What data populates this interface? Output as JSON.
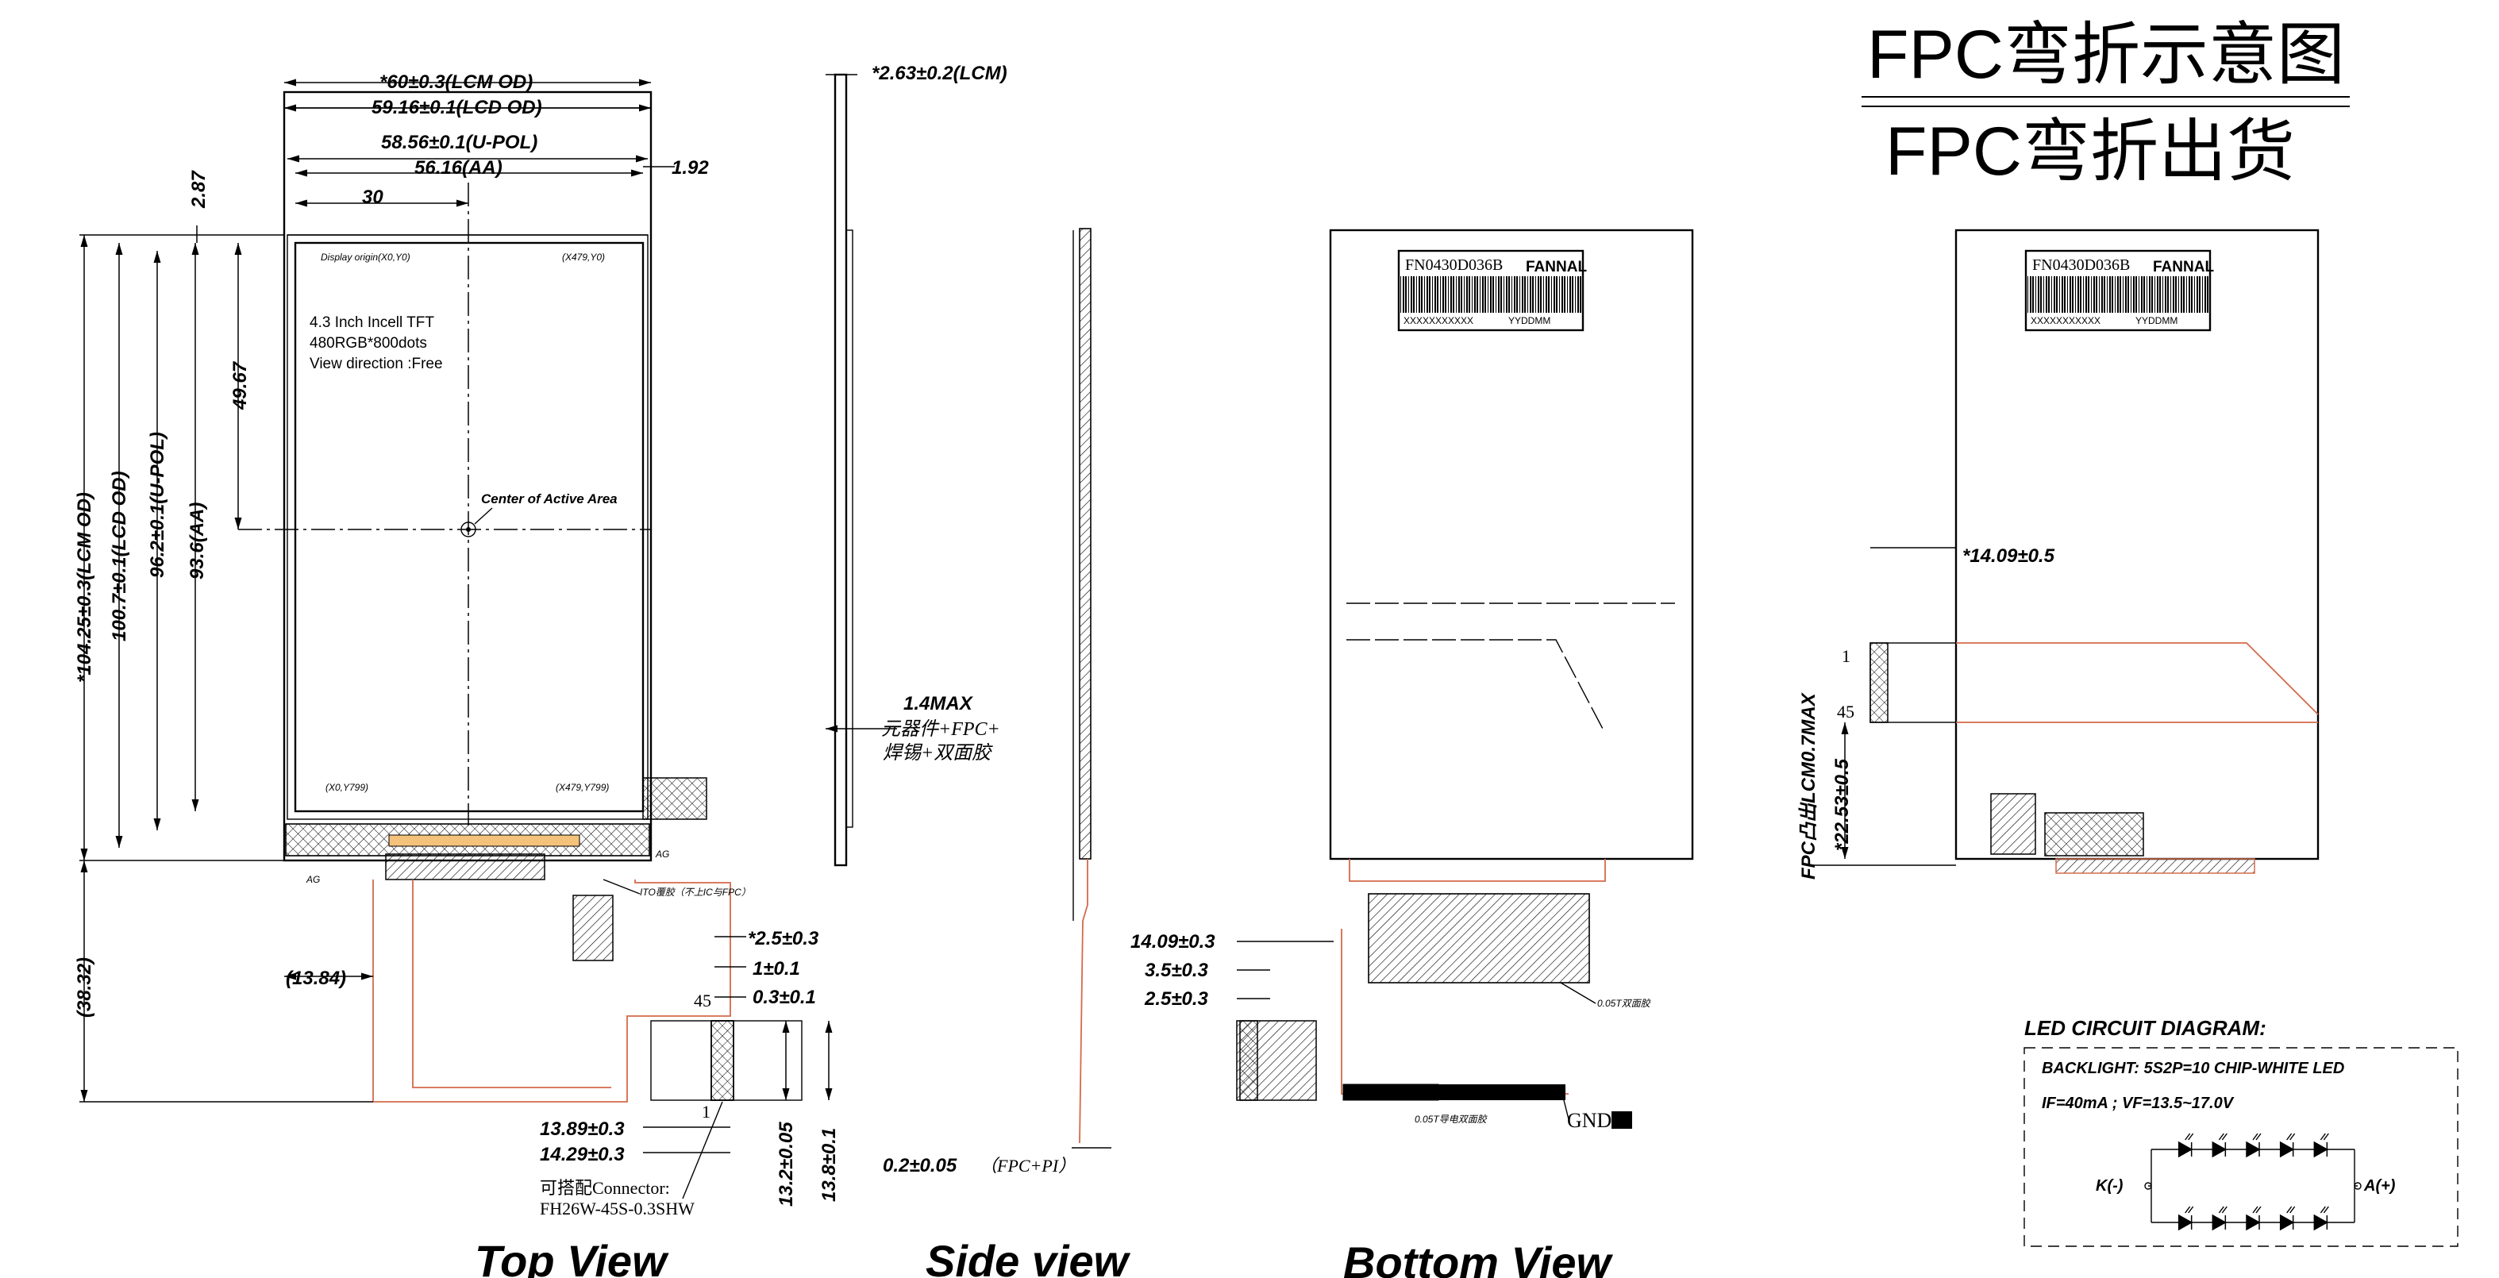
{
  "titles": {
    "fpc_bend_diagram": "FPC弯折示意图",
    "fpc_bend_shipping": "FPC弯折出货"
  },
  "view_labels": {
    "top": "Top View",
    "side": "Side view",
    "bottom": "Bottom View"
  },
  "top_view": {
    "dims": {
      "lcm_od_w": "*60±0.3(LCM OD)",
      "lcd_od_w": "59.16±0.1(LCD OD)",
      "upol_w": "58.56±0.1(U-POL)",
      "aa_w": "56.16(AA)",
      "right_offset": "1.92",
      "half_w": "30",
      "top_offset": "2.87",
      "center_y": "49.67",
      "lcm_od_h": "*104.25±0.3(LCM OD)",
      "lcd_od_h": "100.7±0.1(LCD OD)",
      "upol_h": "96.2±0.1(U-POL)",
      "aa_h": "93.6(AA)",
      "fpc_total": "(38.32)",
      "fpc_offset": "(13.84)",
      "pin_pitch_a": "*2.5±0.3",
      "pin_pitch_b": "1±0.1",
      "pin_pitch_c": "0.3±0.1",
      "conn_a": "13.89±0.3",
      "conn_b": "14.29±0.3",
      "conn_h1": "13.2±0.05",
      "conn_h2": "13.8±0.1"
    },
    "labels": {
      "origin": "Display origin(X0,Y0)",
      "corner_tr": "(X479,Y0)",
      "corner_bl": "(X0,Y799)",
      "corner_br": "(X479,Y799)",
      "center": "Center of Active Area",
      "spec1": "4.3 Inch Incell TFT",
      "spec2": "480RGB*800dots",
      "spec3": "View direction :Free",
      "ag_left": "AG",
      "ag_right": "AG",
      "ito": "ITO覆胶（不上IC与FPC）",
      "pin1": "1",
      "pin45": "45",
      "connector1": "可搭配Connector:",
      "connector2": "FH26W-45S-0.3SHW"
    }
  },
  "side_view": {
    "thickness": "*2.63±0.2(LCM)",
    "max": "1.4MAX",
    "parts1": "元器件+FPC+",
    "parts2": "焊锡+双面胶",
    "fpc": "0.2±0.05",
    "fpc_note": "（FPC+PI）"
  },
  "bottom_view": {
    "label_code": "FN0430D036B",
    "label_brand": "FANNAL",
    "label_sub1": "XXXXXXXXXXX",
    "label_sub2": "YYDDMM",
    "dim_a": "14.09±0.3",
    "dim_b": "3.5±0.3",
    "dim_c": "2.5±0.3",
    "tape1": "0.05T双面胶",
    "tape2": "0.05T导电双面胶",
    "gnd": "GND"
  },
  "bent_view": {
    "label_code": "FN0430D036B",
    "label_brand": "FANNAL",
    "label_sub1": "XXXXXXXXXXX",
    "label_sub2": "YYDDMM",
    "dim_w": "*14.09±0.5",
    "dim_h": "*22.53±0.5",
    "protrude": "FPC凸出LCM0.7MAX",
    "pin1": "1",
    "pin45": "45"
  },
  "led": {
    "title": "LED CIRCUIT DIAGRAM:",
    "backlight": "BACKLIGHT: 5S2P=10 CHIP-WHITE LED",
    "electrical": "IF=40mA ; VF=13.5~17.0V",
    "cathode": "K(-)",
    "anode": "A(+)",
    "rows": 2,
    "per_row": 5
  }
}
